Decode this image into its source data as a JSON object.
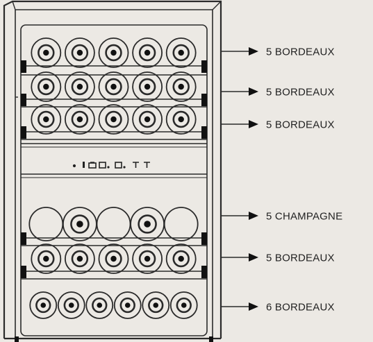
{
  "diagram": {
    "title": "",
    "colors": {
      "background": "#ece9e4",
      "line": "#2a2a2a",
      "shelf_dark": "#111111"
    },
    "control_panel": {
      "icons": [
        "dot-icon",
        "thermometer-icon",
        "lock-icon",
        "light-icon",
        "fan-icon",
        "zone-icon"
      ]
    },
    "shelves": [
      {
        "label": "5 BORDEAUX",
        "bottle_type": "bordeaux",
        "count": 5
      },
      {
        "label": "5 BORDEAUX",
        "bottle_type": "bordeaux",
        "count": 5
      },
      {
        "label": "5 BORDEAUX",
        "bottle_type": "bordeaux",
        "count": 5
      },
      {
        "label": "5 CHAMPAGNE",
        "bottle_type": "champagne",
        "count": 5
      },
      {
        "label": "5 BORDEAUX",
        "bottle_type": "bordeaux",
        "count": 5
      },
      {
        "label": "6 BORDEAUX",
        "bottle_type": "bordeaux",
        "count": 6
      }
    ]
  }
}
